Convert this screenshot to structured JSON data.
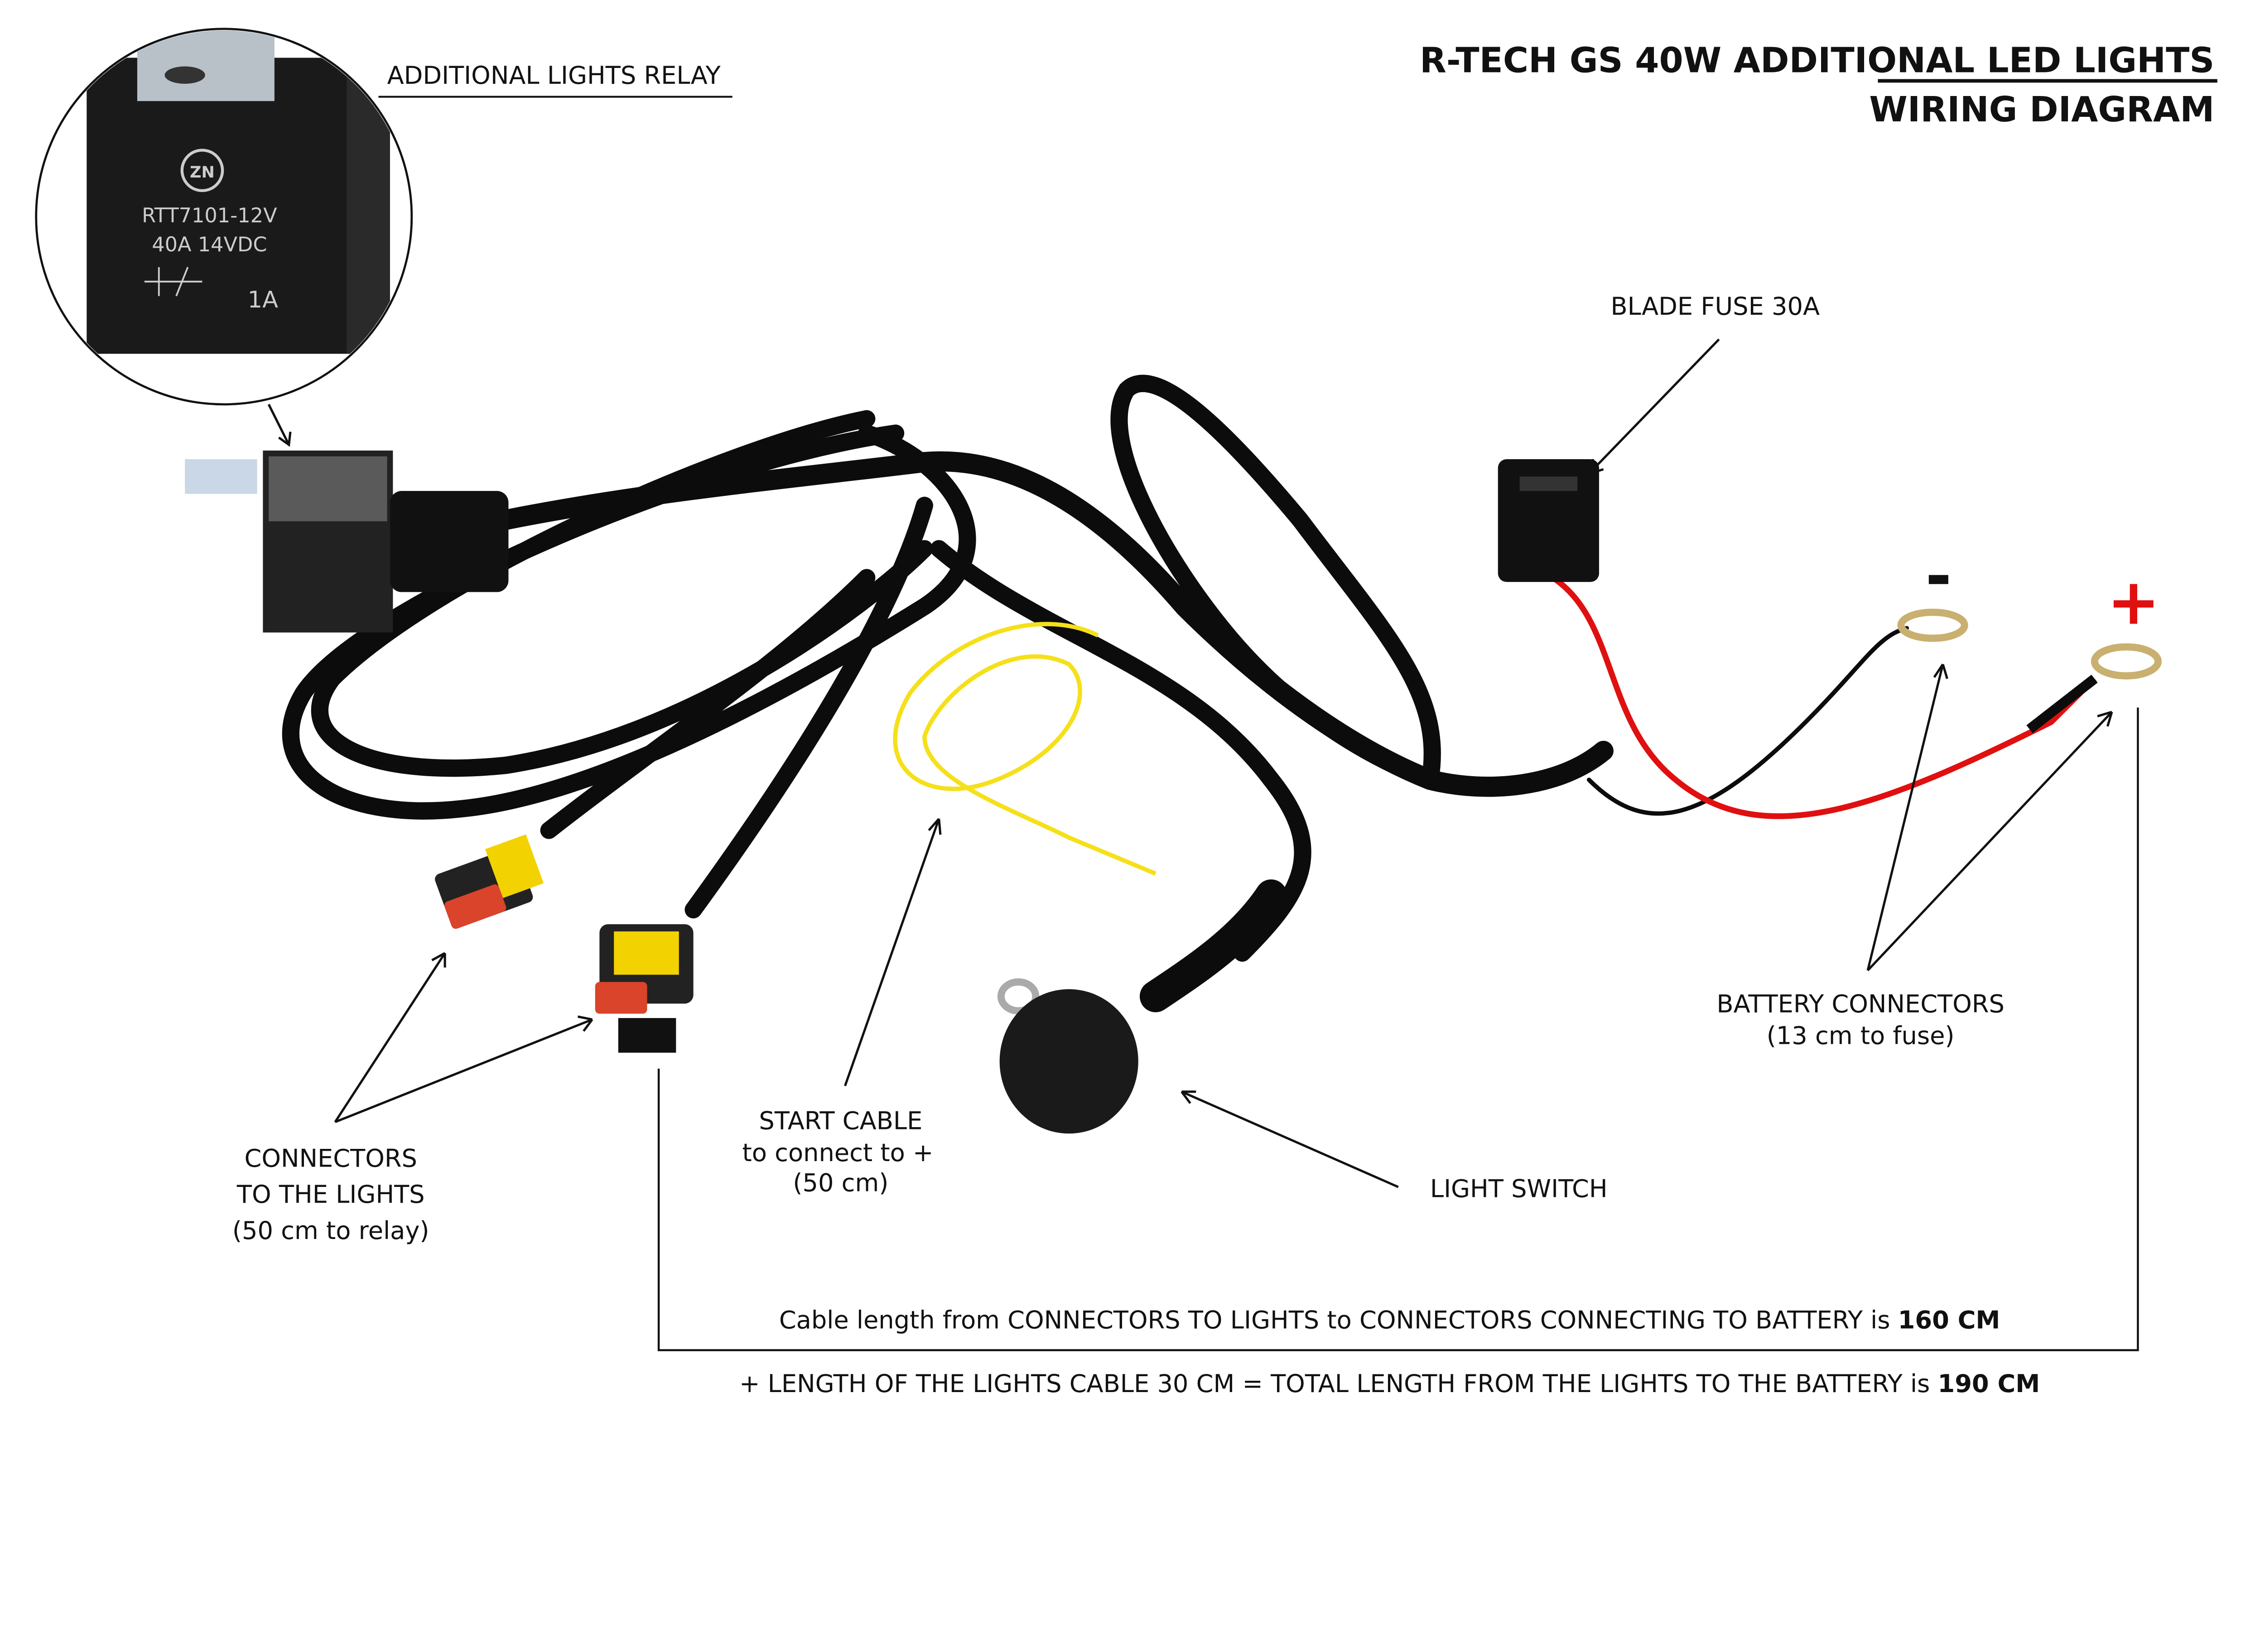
{
  "title": {
    "line1": "R-TECH GS 40W ADDITIONAL LED LIGHTS",
    "line2": "WIRING DIAGRAM"
  },
  "labels": {
    "relay": "ADDITIONAL LIGHTS RELAY",
    "fuse": "BLADE FUSE 30A",
    "minus": "-",
    "plus": "+",
    "battery_line1": "BATTERY CONNECTORS",
    "battery_line2": "(13 cm to fuse)",
    "connectors_line1": "CONNECTORS",
    "connectors_line2": "TO THE LIGHTS",
    "connectors_line3": "(50 cm to relay)",
    "start_line1": "START CABLE",
    "start_line2": "to connect to +",
    "start_line3": "(50 cm)",
    "switch": "LIGHT SWITCH"
  },
  "relay_markings": {
    "brand": "ZN",
    "model": "RTT7101-12V",
    "rating": "40A  14VDC",
    "code": "1A"
  },
  "cable_length": {
    "line1_text": "Cable length from CONNECTORS TO LIGHTS to CONNECTORS CONNECTING TO BATTERY is ",
    "line1_value": "160 CM",
    "line2_text": "+ LENGTH OF THE LIGHTS CABLE 30 CM = TOTAL LENGTH FROM THE LIGHTS TO THE BATTERY is ",
    "line2_value": "190 CM"
  },
  "colors": {
    "positive": "#e01010",
    "wire": "#0c0c0c",
    "start_cable": "#f5e01a",
    "connector": "#f2d200",
    "plug": "#d9442b"
  }
}
